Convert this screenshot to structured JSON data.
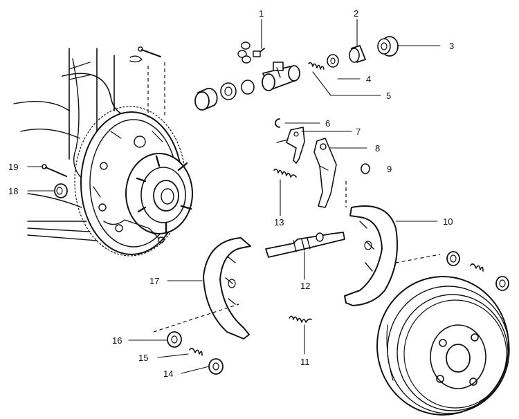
{
  "diagram": {
    "kind": "exploded-view",
    "subject": "rear drum brake assembly",
    "callouts": [
      {
        "id": "1",
        "label": "1"
      },
      {
        "id": "2",
        "label": "2"
      },
      {
        "id": "3",
        "label": "3"
      },
      {
        "id": "4",
        "label": "4"
      },
      {
        "id": "5",
        "label": "5"
      },
      {
        "id": "6",
        "label": "6"
      },
      {
        "id": "7",
        "label": "7"
      },
      {
        "id": "8",
        "label": "8"
      },
      {
        "id": "9",
        "label": "9"
      },
      {
        "id": "10",
        "label": "10"
      },
      {
        "id": "11",
        "label": "11"
      },
      {
        "id": "12",
        "label": "12"
      },
      {
        "id": "13",
        "label": "13"
      },
      {
        "id": "14",
        "label": "14"
      },
      {
        "id": "15",
        "label": "15"
      },
      {
        "id": "16",
        "label": "16"
      },
      {
        "id": "17",
        "label": "17"
      },
      {
        "id": "18",
        "label": "18"
      },
      {
        "id": "19",
        "label": "19"
      }
    ],
    "colors": {
      "ink": "#111111",
      "background": "#ffffff"
    }
  }
}
